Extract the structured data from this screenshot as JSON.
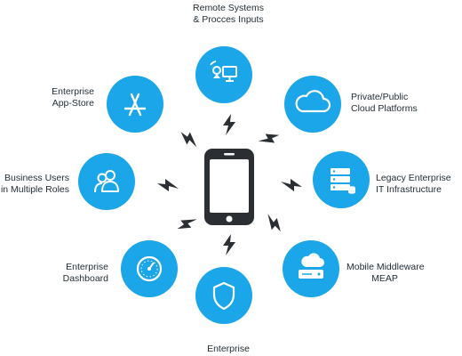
{
  "diagram": {
    "center": {
      "icon": "smartphone-icon"
    },
    "nodes": [
      {
        "id": "remote-systems",
        "icon": "remote-systems-icon",
        "label_lines": [
          "Remote Systems",
          "& Procces Inputs"
        ]
      },
      {
        "id": "cloud",
        "icon": "cloud-icon",
        "label_lines": [
          "Private/Public",
          "Cloud Platforms"
        ]
      },
      {
        "id": "legacy",
        "icon": "server-icon",
        "label_lines": [
          "Legacy Enterprise",
          "IT Infrastructure"
        ]
      },
      {
        "id": "middleware",
        "icon": "cloud-drive-icon",
        "label_lines": [
          "Mobile Middleware",
          "MEAP"
        ]
      },
      {
        "id": "security",
        "icon": "shield-icon",
        "label_lines": [
          "Enterprise"
        ]
      },
      {
        "id": "dashboard",
        "icon": "gauge-icon",
        "label_lines": [
          "Enterprise",
          "Dashboard"
        ]
      },
      {
        "id": "business-users",
        "icon": "users-icon",
        "label_lines": [
          "Business Users",
          "in Multiple Roles"
        ]
      },
      {
        "id": "app-store",
        "icon": "app-store-icon",
        "label_lines": [
          "Enterprise",
          "App-Store"
        ]
      }
    ],
    "connector_icon": "lightning-bolt-icon",
    "colors": {
      "node": "#1AA6E8",
      "phone": "#2b2f33",
      "bolt": "#2b2f33",
      "label": "#1f2a33"
    }
  }
}
